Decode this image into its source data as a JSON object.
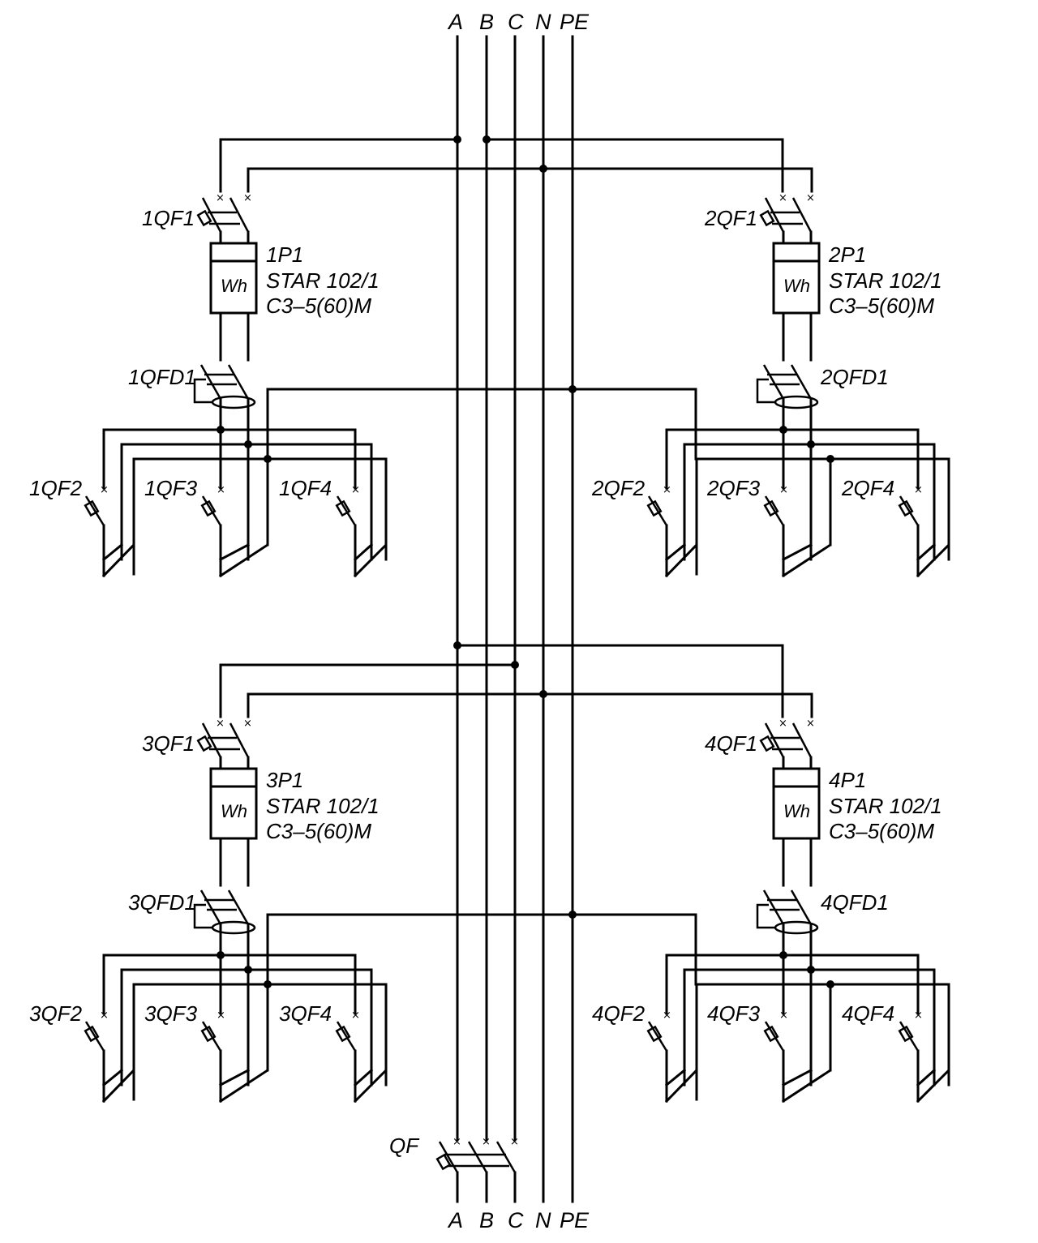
{
  "bus_top_labels": [
    "A",
    "B",
    "C",
    "N",
    "PE"
  ],
  "bus_bottom_labels": [
    "A",
    "B",
    "C",
    "N",
    "PE"
  ],
  "main_breaker": "QF",
  "groups": [
    {
      "input_breaker": "1QF1",
      "meter_id": "1P1",
      "meter_model": "STAR 102/1",
      "meter_class": "C3–5(60)M",
      "meter_symbol": "Wh",
      "rcd": "1QFD1",
      "outputs": [
        "1QF2",
        "1QF3",
        "1QF4"
      ]
    },
    {
      "input_breaker": "2QF1",
      "meter_id": "2P1",
      "meter_model": "STAR 102/1",
      "meter_class": "C3–5(60)M",
      "meter_symbol": "Wh",
      "rcd": "2QFD1",
      "outputs": [
        "2QF2",
        "2QF3",
        "2QF4"
      ]
    },
    {
      "input_breaker": "3QF1",
      "meter_id": "3P1",
      "meter_model": "STAR 102/1",
      "meter_class": "C3–5(60)M",
      "meter_symbol": "Wh",
      "rcd": "3QFD1",
      "outputs": [
        "3QF2",
        "3QF3",
        "3QF4"
      ]
    },
    {
      "input_breaker": "4QF1",
      "meter_id": "4P1",
      "meter_model": "STAR 102/1",
      "meter_class": "C3–5(60)M",
      "meter_symbol": "Wh",
      "rcd": "4QFD1",
      "outputs": [
        "4QF2",
        "4QF3",
        "4QF4"
      ]
    }
  ]
}
